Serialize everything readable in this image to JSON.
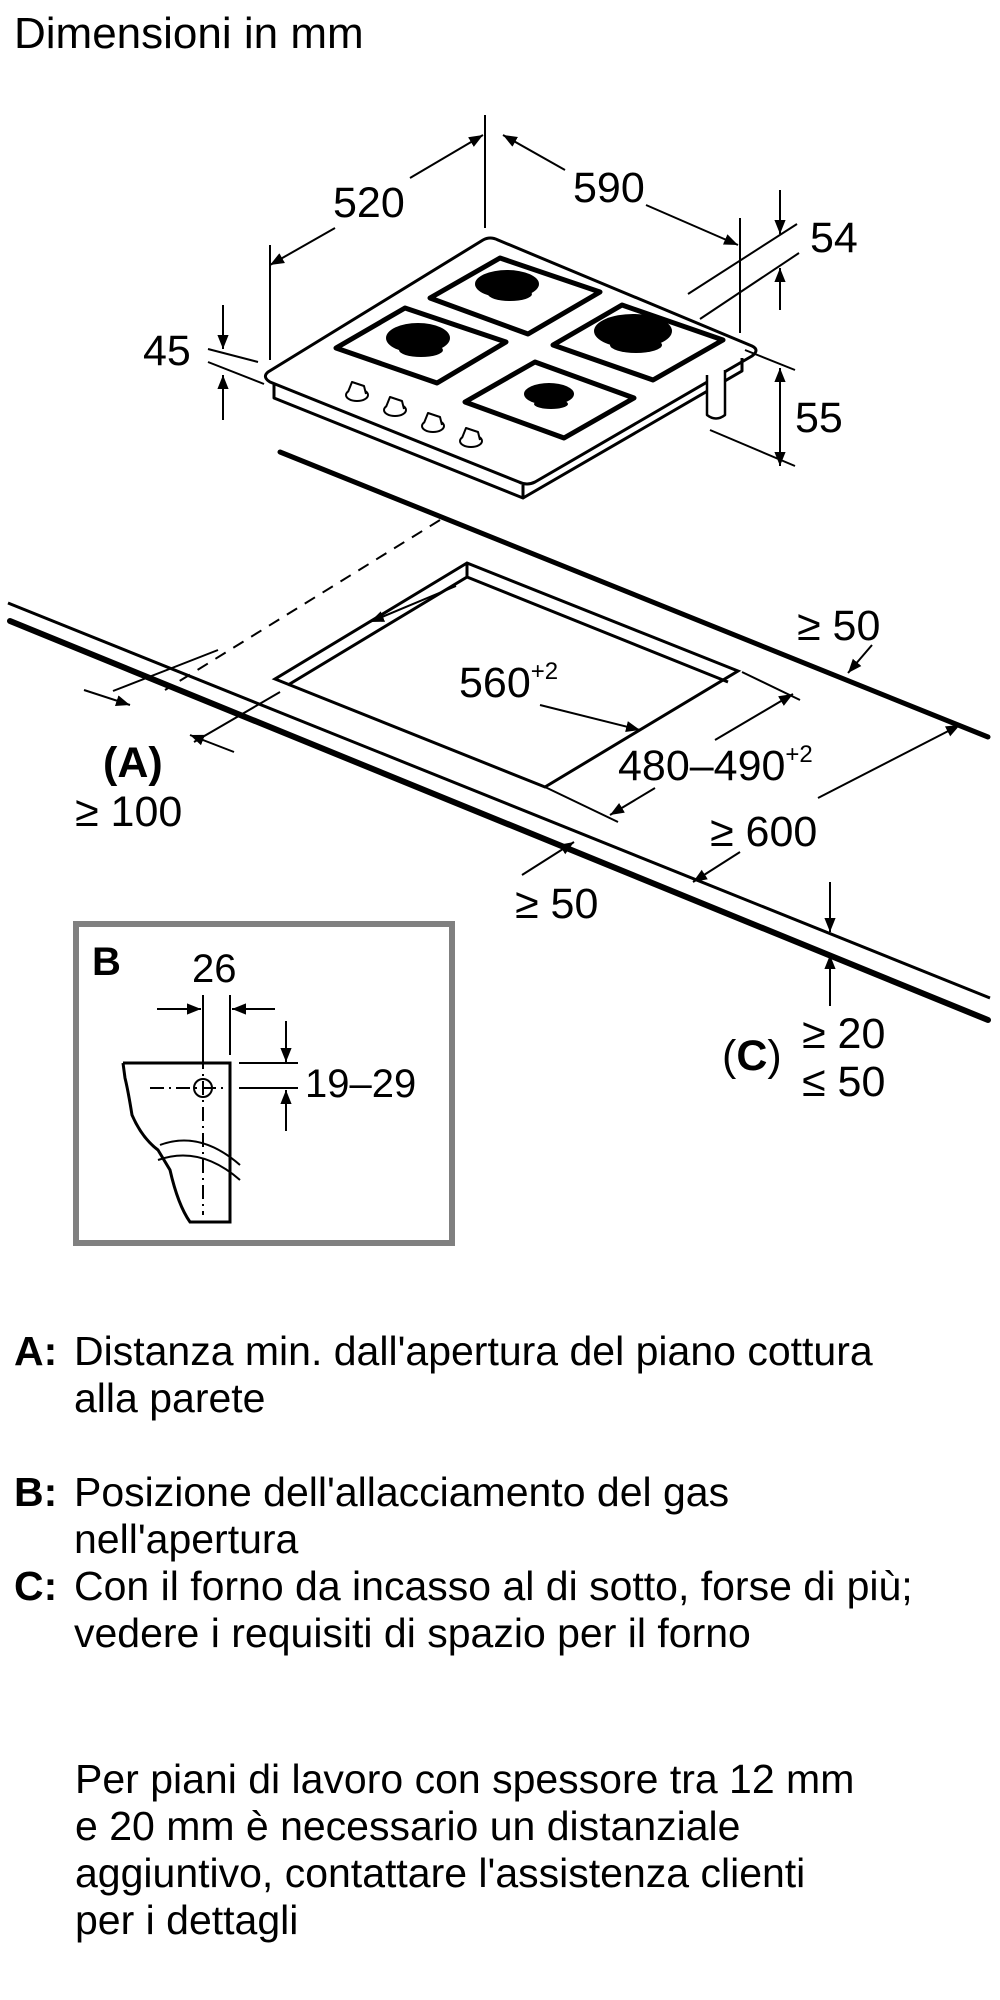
{
  "title": "Dimensioni in mm",
  "dimensions": {
    "hob_depth": "520",
    "hob_width": "590",
    "hob_top_height": "54",
    "hob_front_height": "45",
    "hob_gas_height": "55",
    "cutout_width": "560",
    "cutout_width_tol": "+2",
    "cutout_depth": "480–490",
    "cutout_depth_tol": "+2",
    "back_clearance": "≥ 50",
    "side_clearance_A_label": "(A)",
    "side_clearance_A": "≥ 100",
    "front_clearance": "≥ 50",
    "worktop_depth": "≥ 600",
    "worktop_thickness_label": "C",
    "worktop_thickness_min": "≥ 20",
    "worktop_thickness_max": "≤ 50"
  },
  "detail_B": {
    "label": "B",
    "horizontal": "26",
    "vertical": "19–29"
  },
  "legend": [
    {
      "key": "A:",
      "text": "Distanza min. dall'apertura del piano cottura alla parete"
    },
    {
      "key": "B:",
      "text": "Posizione dell'allacciamento del gas nell'apertura"
    },
    {
      "key": "C:",
      "text": "Con il forno da incasso al di sotto, forse di più; vedere i requisiti di spazio per il forno"
    }
  ],
  "note": "Per piani di lavoro con spessore tra 12 mm e 20 mm è necessario un distanziale aggiuntivo, contattare l'assistenza clienti per i dettagli"
}
